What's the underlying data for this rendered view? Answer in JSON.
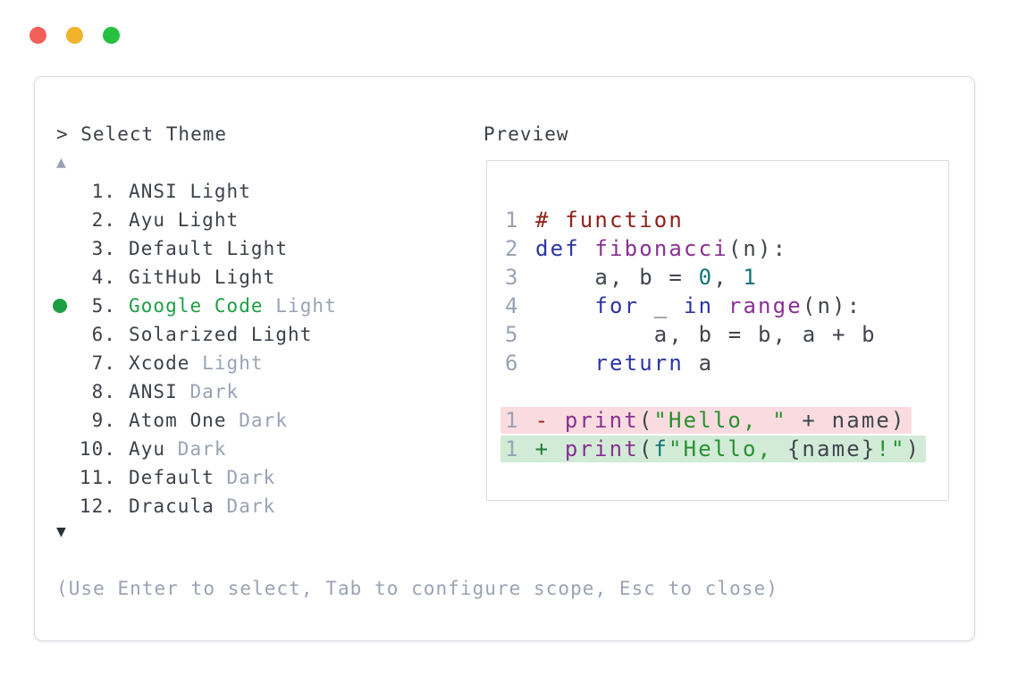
{
  "window": {
    "controls": [
      {
        "name": "close",
        "color": "#f2605a"
      },
      {
        "name": "minimize",
        "color": "#f0b32b"
      },
      {
        "name": "zoom",
        "color": "#28c040"
      }
    ]
  },
  "selector": {
    "title": "> Select Theme",
    "scroll_up": "▲",
    "scroll_down": "▼",
    "help": "(Use Enter to select, Tab to configure scope, Esc to close)",
    "items": [
      {
        "number": "1.",
        "name": "ANSI Light",
        "variant": "",
        "selected": false
      },
      {
        "number": "2.",
        "name": "Ayu Light",
        "variant": "",
        "selected": false
      },
      {
        "number": "3.",
        "name": "Default Light",
        "variant": "",
        "selected": false
      },
      {
        "number": "4.",
        "name": "GitHub Light",
        "variant": "",
        "selected": false
      },
      {
        "number": "5.",
        "name": "Google Code",
        "variant": "Light",
        "selected": true
      },
      {
        "number": "6.",
        "name": "Solarized Light",
        "variant": "",
        "selected": false
      },
      {
        "number": "7.",
        "name": "Xcode",
        "variant": "Light",
        "selected": false
      },
      {
        "number": "8.",
        "name": "ANSI",
        "variant": "Dark",
        "selected": false
      },
      {
        "number": "9.",
        "name": "Atom One",
        "variant": "Dark",
        "selected": false
      },
      {
        "number": "10.",
        "name": "Ayu",
        "variant": "Dark",
        "selected": false
      },
      {
        "number": "11.",
        "name": "Default",
        "variant": "Dark",
        "selected": false
      },
      {
        "number": "12.",
        "name": "Dracula",
        "variant": "Dark",
        "selected": false
      }
    ]
  },
  "preview": {
    "label": "Preview",
    "code_lines": [
      {
        "num": "1",
        "segments": [
          {
            "text": "# function",
            "type": "comment"
          }
        ]
      },
      {
        "num": "2",
        "segments": [
          {
            "text": "def",
            "type": "keyword"
          },
          {
            "text": " ",
            "type": "plain"
          },
          {
            "text": "fibonacci",
            "type": "function"
          },
          {
            "text": "(n):",
            "type": "plain"
          }
        ]
      },
      {
        "num": "3",
        "segments": [
          {
            "text": "    a, b = ",
            "type": "plain"
          },
          {
            "text": "0",
            "type": "literal"
          },
          {
            "text": ", ",
            "type": "plain"
          },
          {
            "text": "1",
            "type": "literal"
          }
        ]
      },
      {
        "num": "4",
        "segments": [
          {
            "text": "    ",
            "type": "plain"
          },
          {
            "text": "for",
            "type": "keyword"
          },
          {
            "text": " _ ",
            "type": "plain"
          },
          {
            "text": "in",
            "type": "keyword"
          },
          {
            "text": " ",
            "type": "plain"
          },
          {
            "text": "range",
            "type": "function"
          },
          {
            "text": "(n):",
            "type": "plain"
          }
        ]
      },
      {
        "num": "5",
        "segments": [
          {
            "text": "        a, b = b, a + b",
            "type": "plain"
          }
        ]
      },
      {
        "num": "6",
        "segments": [
          {
            "text": "    ",
            "type": "plain"
          },
          {
            "text": "return",
            "type": "keyword"
          },
          {
            "text": " a",
            "type": "plain"
          }
        ]
      },
      {
        "blank": true
      },
      {
        "num": "1",
        "diff": "removed",
        "segments": [
          {
            "text": " - ",
            "type": "minus"
          },
          {
            "text": "print",
            "type": "function"
          },
          {
            "text": "(",
            "type": "plain"
          },
          {
            "text": "\"Hello, \"",
            "type": "string"
          },
          {
            "text": " + name)",
            "type": "plain"
          }
        ]
      },
      {
        "num": "1",
        "diff": "added",
        "segments": [
          {
            "text": " + ",
            "type": "plus"
          },
          {
            "text": "print",
            "type": "function"
          },
          {
            "text": "(",
            "type": "plain"
          },
          {
            "text": "f",
            "type": "literal"
          },
          {
            "text": "\"Hello, ",
            "type": "string"
          },
          {
            "text": "{name}",
            "type": "plain"
          },
          {
            "text": "!\"",
            "type": "string"
          },
          {
            "text": ")",
            "type": "plain"
          }
        ]
      }
    ]
  },
  "colors": {
    "text": "#3c4149",
    "dim": "#9aa3b4",
    "green": "#1d9e43",
    "arrow_dark": "#2c3138",
    "border": "#d7dae1",
    "code_plain": "#41464e",
    "comment": "#8e221b",
    "keyword": "#2d36a3",
    "function": "#8a3093",
    "literal": "#0f7578",
    "string": "#28912f",
    "minus": "#9d2721",
    "plus": "#1f7e33",
    "removed_bg": "#fadce0",
    "added_bg": "#d2ebd7",
    "tl_red": "#f2605a",
    "tl_yellow": "#f0b32b",
    "tl_green": "#28c040"
  }
}
